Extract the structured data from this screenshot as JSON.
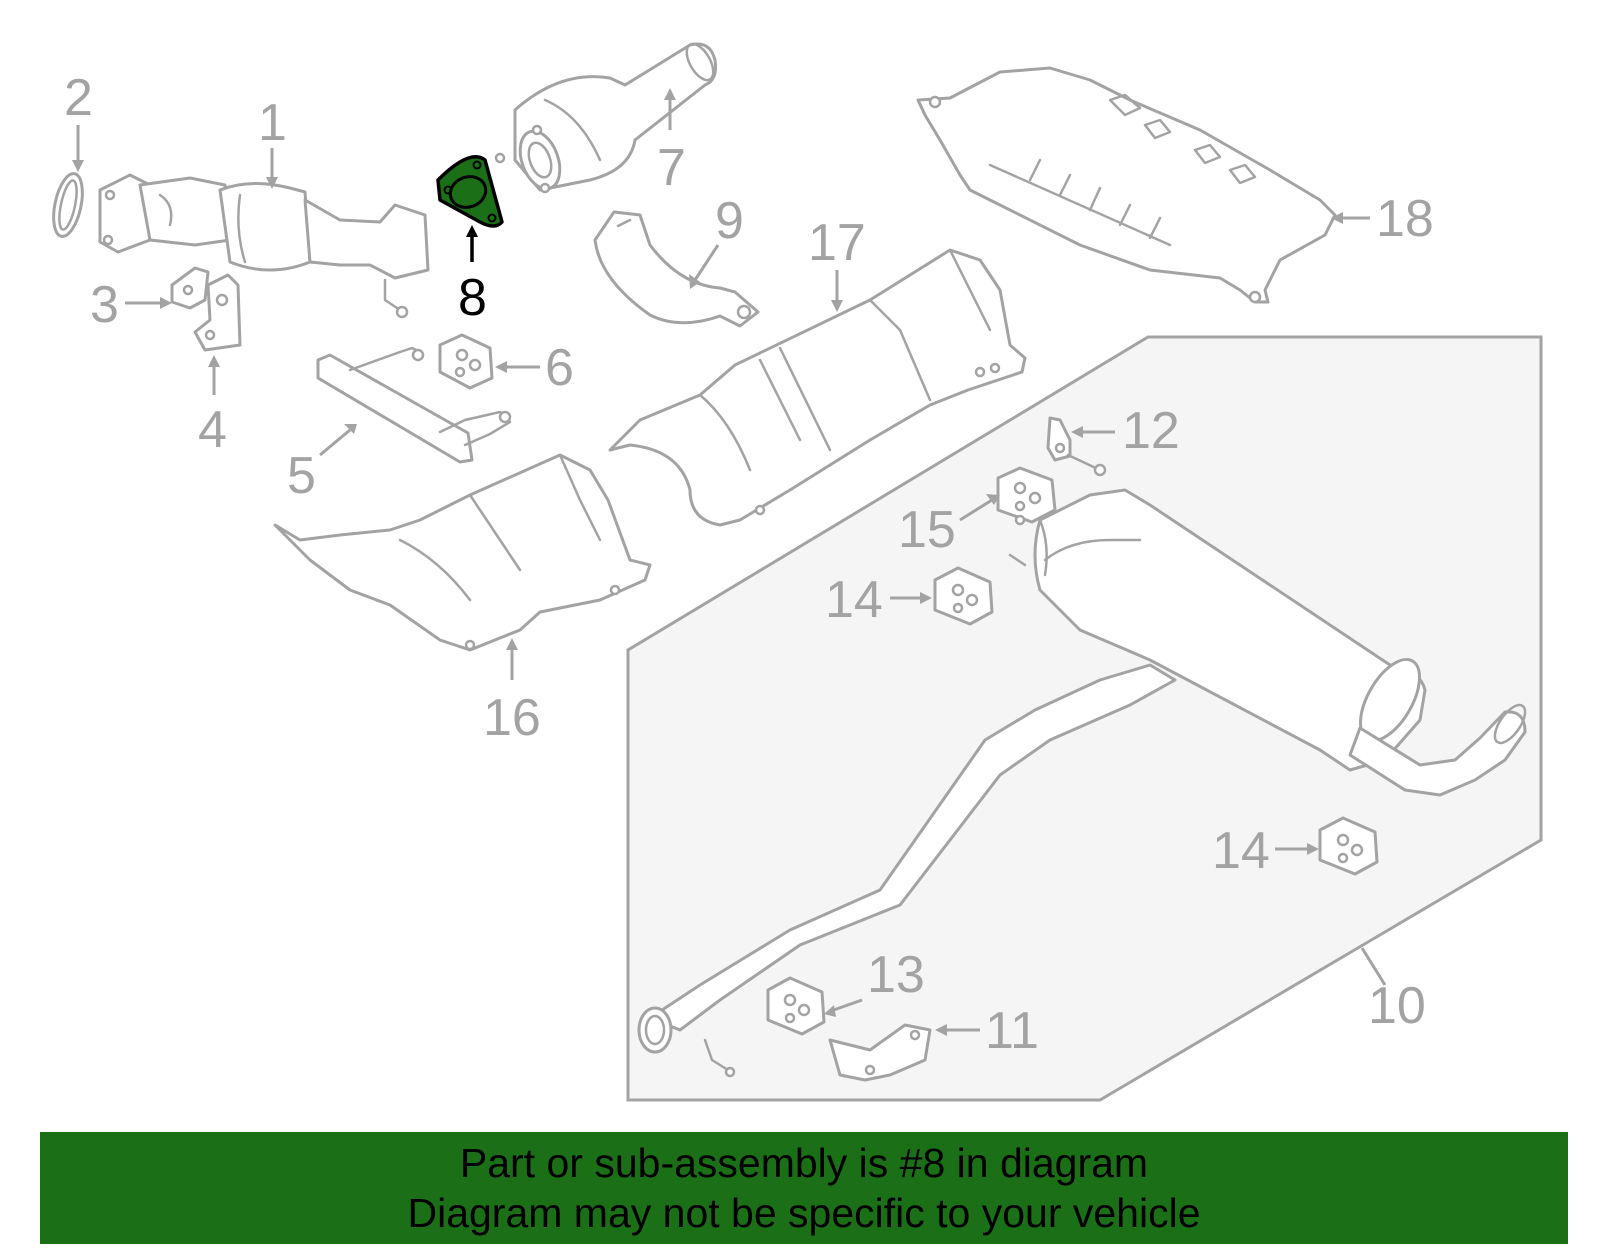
{
  "diagram": {
    "highlighted_part": "8",
    "colors": {
      "line": "#a3a3a3",
      "highlight_fill": "#1b6f16",
      "highlight_text": "#000000",
      "subassembly_box_fill": "#f5f5f5",
      "banner_bg": "#1b6f16"
    },
    "callouts": {
      "c1": "1",
      "c2": "2",
      "c3": "3",
      "c4": "4",
      "c5": "5",
      "c6": "6",
      "c7": "7",
      "c8": "8",
      "c9": "9",
      "c10": "10",
      "c11": "11",
      "c12": "12",
      "c13": "13",
      "c14a": "14",
      "c14b": "14",
      "c15": "15",
      "c16": "16",
      "c17": "17",
      "c18": "18"
    }
  },
  "banner": {
    "line1": "Part or sub-assembly is #8 in diagram",
    "line2": "Diagram may not be specific to your vehicle"
  }
}
